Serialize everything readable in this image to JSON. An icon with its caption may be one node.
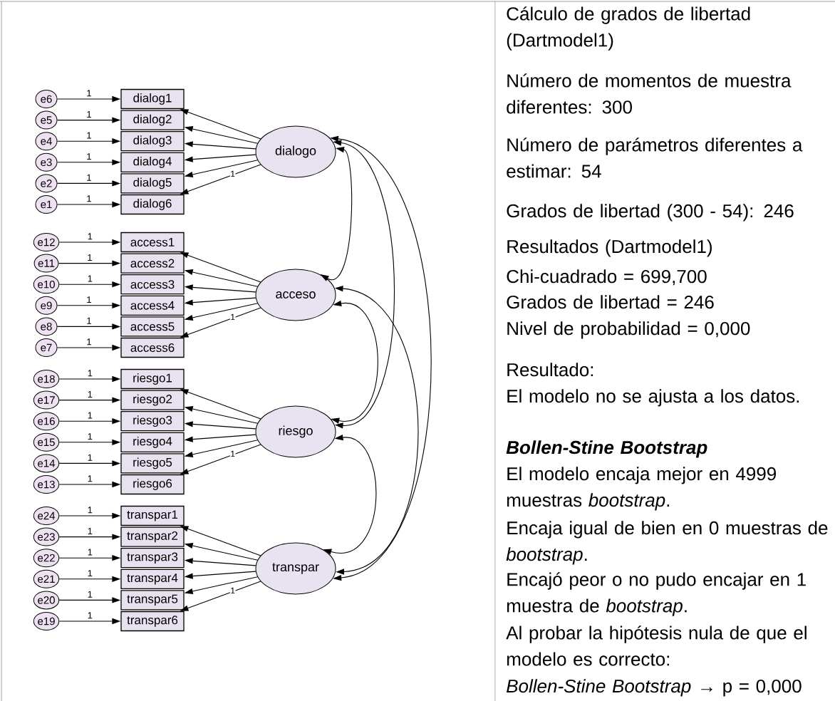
{
  "diagram": {
    "nodes": [
      {
        "text": [
          "e6"
        ]
      },
      {
        "text": [
          "e5"
        ]
      },
      {
        "text": [
          "e4"
        ]
      },
      {
        "text": [
          "e3"
        ]
      },
      {
        "text": [
          "e2"
        ]
      },
      {
        "text": [
          "e1"
        ]
      },
      {
        "text": [
          "dialog1"
        ]
      },
      {
        "text": [
          "dialog2"
        ]
      },
      {
        "text": [
          "dialog3"
        ]
      },
      {
        "text": [
          "dialog4"
        ]
      },
      {
        "text": [
          "dialog5"
        ]
      },
      {
        "text": [
          "dialog6"
        ]
      },
      {
        "text": [
          "dialogo"
        ]
      },
      {
        "text": [
          "e12"
        ]
      },
      {
        "text": [
          "e11"
        ]
      },
      {
        "text": [
          "e10"
        ]
      },
      {
        "text": [
          "e9"
        ]
      },
      {
        "text": [
          "e8"
        ]
      },
      {
        "text": [
          "e7"
        ]
      },
      {
        "text": [
          "access1"
        ]
      },
      {
        "text": [
          "access2"
        ]
      },
      {
        "text": [
          "access3"
        ]
      },
      {
        "text": [
          "access4"
        ]
      },
      {
        "text": [
          "access5"
        ]
      },
      {
        "text": [
          "access6"
        ]
      },
      {
        "text": [
          "acceso"
        ]
      },
      {
        "text": [
          "e18"
        ]
      },
      {
        "text": [
          "e17"
        ]
      },
      {
        "text": [
          "e16"
        ]
      },
      {
        "text": [
          "e15"
        ]
      },
      {
        "text": [
          "e14"
        ]
      },
      {
        "text": [
          "e13"
        ]
      },
      {
        "text": [
          "riesgo1"
        ]
      },
      {
        "text": [
          "riesgo2"
        ]
      },
      {
        "text": [
          "riesgo3"
        ]
      },
      {
        "text": [
          "riesgo4"
        ]
      },
      {
        "text": [
          "riesgo5"
        ]
      },
      {
        "text": [
          "riesgo6"
        ]
      },
      {
        "text": [
          "riesgo"
        ]
      },
      {
        "text": [
          "e24"
        ]
      },
      {
        "text": [
          "e23"
        ]
      },
      {
        "text": [
          "e22"
        ]
      },
      {
        "text": [
          "e21"
        ]
      },
      {
        "text": [
          "e20"
        ]
      },
      {
        "text": [
          "e19"
        ]
      },
      {
        "text": [
          "transpar1"
        ]
      },
      {
        "text": [
          "transpar2"
        ]
      },
      {
        "text": [
          "transpar3"
        ]
      },
      {
        "text": [
          "transpar4"
        ]
      },
      {
        "text": [
          "transpar5"
        ]
      },
      {
        "text": [
          "transpar6"
        ]
      },
      {
        "text": [
          "transpar"
        ]
      }
    ],
    "edges": [
      {
        "from": 0,
        "to": 6,
        "arrow": "to",
        "label": "1"
      },
      {
        "from": 1,
        "to": 7,
        "arrow": "to",
        "label": "1"
      },
      {
        "from": 2,
        "to": 8,
        "arrow": "to",
        "label": "1"
      },
      {
        "from": 3,
        "to": 9,
        "arrow": "to",
        "label": "1"
      },
      {
        "from": 4,
        "to": 10,
        "arrow": "to",
        "label": "1"
      },
      {
        "from": 5,
        "to": 11,
        "arrow": "to",
        "label": "1"
      },
      {
        "from": 12,
        "to": 6,
        "arrow": "to"
      },
      {
        "from": 12,
        "to": 7,
        "arrow": "to"
      },
      {
        "from": 12,
        "to": 8,
        "arrow": "to"
      },
      {
        "from": 12,
        "to": 9,
        "arrow": "to"
      },
      {
        "from": 12,
        "to": 10,
        "arrow": "to",
        "label": "1"
      },
      {
        "from": 12,
        "to": 11,
        "arrow": "to"
      },
      {
        "from": 13,
        "to": 19,
        "arrow": "to",
        "label": "1"
      },
      {
        "from": 14,
        "to": 20,
        "arrow": "to",
        "label": "1"
      },
      {
        "from": 15,
        "to": 21,
        "arrow": "to",
        "label": "1"
      },
      {
        "from": 16,
        "to": 22,
        "arrow": "to",
        "label": "1"
      },
      {
        "from": 17,
        "to": 23,
        "arrow": "to",
        "label": "1"
      },
      {
        "from": 18,
        "to": 24,
        "arrow": "to",
        "label": "1"
      },
      {
        "from": 25,
        "to": 19,
        "arrow": "to"
      },
      {
        "from": 25,
        "to": 20,
        "arrow": "to"
      },
      {
        "from": 25,
        "to": 21,
        "arrow": "to"
      },
      {
        "from": 25,
        "to": 22,
        "arrow": "to"
      },
      {
        "from": 25,
        "to": 23,
        "arrow": "to",
        "label": "1"
      },
      {
        "from": 25,
        "to": 24,
        "arrow": "to"
      },
      {
        "from": 26,
        "to": 32,
        "arrow": "to",
        "label": "1"
      },
      {
        "from": 27,
        "to": 33,
        "arrow": "to",
        "label": "1"
      },
      {
        "from": 28,
        "to": 34,
        "arrow": "to",
        "label": "1"
      },
      {
        "from": 29,
        "to": 35,
        "arrow": "to",
        "label": "1"
      },
      {
        "from": 30,
        "to": 36,
        "arrow": "to",
        "label": "1"
      },
      {
        "from": 31,
        "to": 37,
        "arrow": "to",
        "label": "1"
      },
      {
        "from": 38,
        "to": 32,
        "arrow": "to"
      },
      {
        "from": 38,
        "to": 33,
        "arrow": "to"
      },
      {
        "from": 38,
        "to": 34,
        "arrow": "to"
      },
      {
        "from": 38,
        "to": 35,
        "arrow": "to"
      },
      {
        "from": 38,
        "to": 36,
        "arrow": "to",
        "label": "1"
      },
      {
        "from": 38,
        "to": 37,
        "arrow": "to"
      },
      {
        "from": 39,
        "to": 45,
        "arrow": "to",
        "label": "1"
      },
      {
        "from": 40,
        "to": 46,
        "arrow": "to",
        "label": "1"
      },
      {
        "from": 41,
        "to": 47,
        "arrow": "to",
        "label": "1"
      },
      {
        "from": 42,
        "to": 48,
        "arrow": "to",
        "label": "1"
      },
      {
        "from": 43,
        "to": 49,
        "arrow": "to",
        "label": "1"
      },
      {
        "from": 44,
        "to": 50,
        "arrow": "to",
        "label": "1"
      },
      {
        "from": 51,
        "to": 45,
        "arrow": "to"
      },
      {
        "from": 51,
        "to": 46,
        "arrow": "to"
      },
      {
        "from": 51,
        "to": 47,
        "arrow": "to"
      },
      {
        "from": 51,
        "to": 48,
        "arrow": "to"
      },
      {
        "from": 51,
        "to": 49,
        "arrow": "to",
        "label": "1"
      },
      {
        "from": 51,
        "to": 50,
        "arrow": "to"
      },
      {
        "from": 12,
        "to": 25,
        "arrow": "both"
      },
      {
        "from": 12,
        "to": 38,
        "arrow": "both"
      },
      {
        "from": 12,
        "to": 51,
        "arrow": "both"
      },
      {
        "from": 25,
        "to": 38,
        "arrow": "both"
      },
      {
        "from": 25,
        "to": 51,
        "arrow": "both"
      },
      {
        "from": 38,
        "to": 51,
        "arrow": "both"
      }
    ],
    "labels": [
      "Cálculo de grados de libertad (Dartmodel1)",
      "Número de momentos de muestra diferentes: 300",
      "Número de parámetros diferentes a estimar: 54",
      "Grados de libertad (300 - 54): 246",
      "Resultados (Dartmodel1)",
      "Chi-cuadrado = 699,700",
      "Grados de libertad = 246",
      "Nivel de probabilidad = 0,000",
      "Resultado:",
      "El modelo no se ajusta a los datos.",
      "Bollen-Stine Bootstrap",
      "El modelo encaja mejor en 4999 muestras *bootstrap*.",
      "Encaja igual de bien en 0 muestras de *bootstrap*.",
      "Encajó peor o no pudo encajar en 1 muestra de *bootstrap*.",
      "Al probar la hipótesis nula de que el modelo es correcto:",
      "*Bollen-Stine Bootstrap* → p = 0,000"
    ]
  }
}
